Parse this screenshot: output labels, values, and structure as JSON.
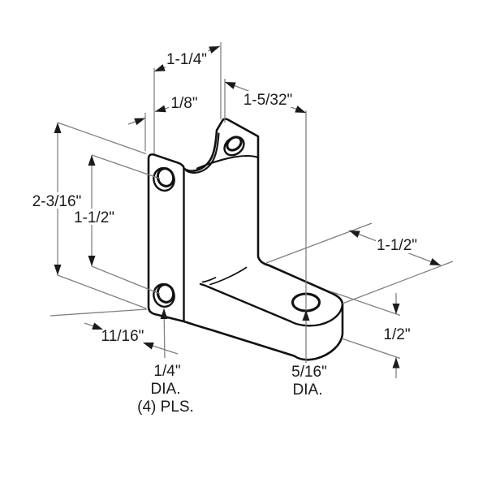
{
  "diagram": {
    "type": "technical-drawing",
    "subject": "stirrup mounting bracket isometric view with dimensions",
    "colors": {
      "background": "#ffffff",
      "part_line": "#111111",
      "dimension_line": "#7e7e7e",
      "text": "#1b1b1b"
    },
    "labels": {
      "overall_height": "2-3/16\"",
      "hole_spacing": "1-1/2\"",
      "flange_width": "1-1/4\"",
      "material_thickness": "1/8\"",
      "channel_depth": "1-5/32\"",
      "foot_length": "1-1/2\"",
      "foot_thickness": "1/2\"",
      "hole_offset": "11/16\"",
      "mounting_hole_line1": "1/4\"",
      "mounting_hole_line2": "DIA.",
      "mounting_hole_line3": "(4) PLS.",
      "foot_hole_line1": "5/16\"",
      "foot_hole_line2": "DIA."
    }
  }
}
